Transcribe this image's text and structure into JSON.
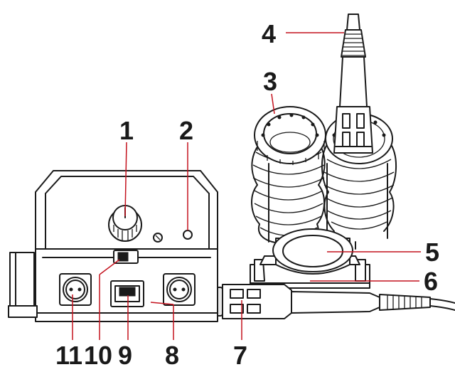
{
  "colors": {
    "leader": "#c4121e",
    "outline": "#1a1a1a",
    "label": "#1a1a1a",
    "background": "#ffffff"
  },
  "labels": [
    {
      "id": "1",
      "text": "1"
    },
    {
      "id": "2",
      "text": "2"
    },
    {
      "id": "3",
      "text": "3"
    },
    {
      "id": "4",
      "text": "4"
    },
    {
      "id": "5",
      "text": "5"
    },
    {
      "id": "6",
      "text": "6"
    },
    {
      "id": "7",
      "text": "7"
    },
    {
      "id": "8",
      "text": "8"
    },
    {
      "id": "9",
      "text": "9"
    },
    {
      "id": "10",
      "text": "10"
    },
    {
      "id": "11",
      "text": "11"
    }
  ]
}
